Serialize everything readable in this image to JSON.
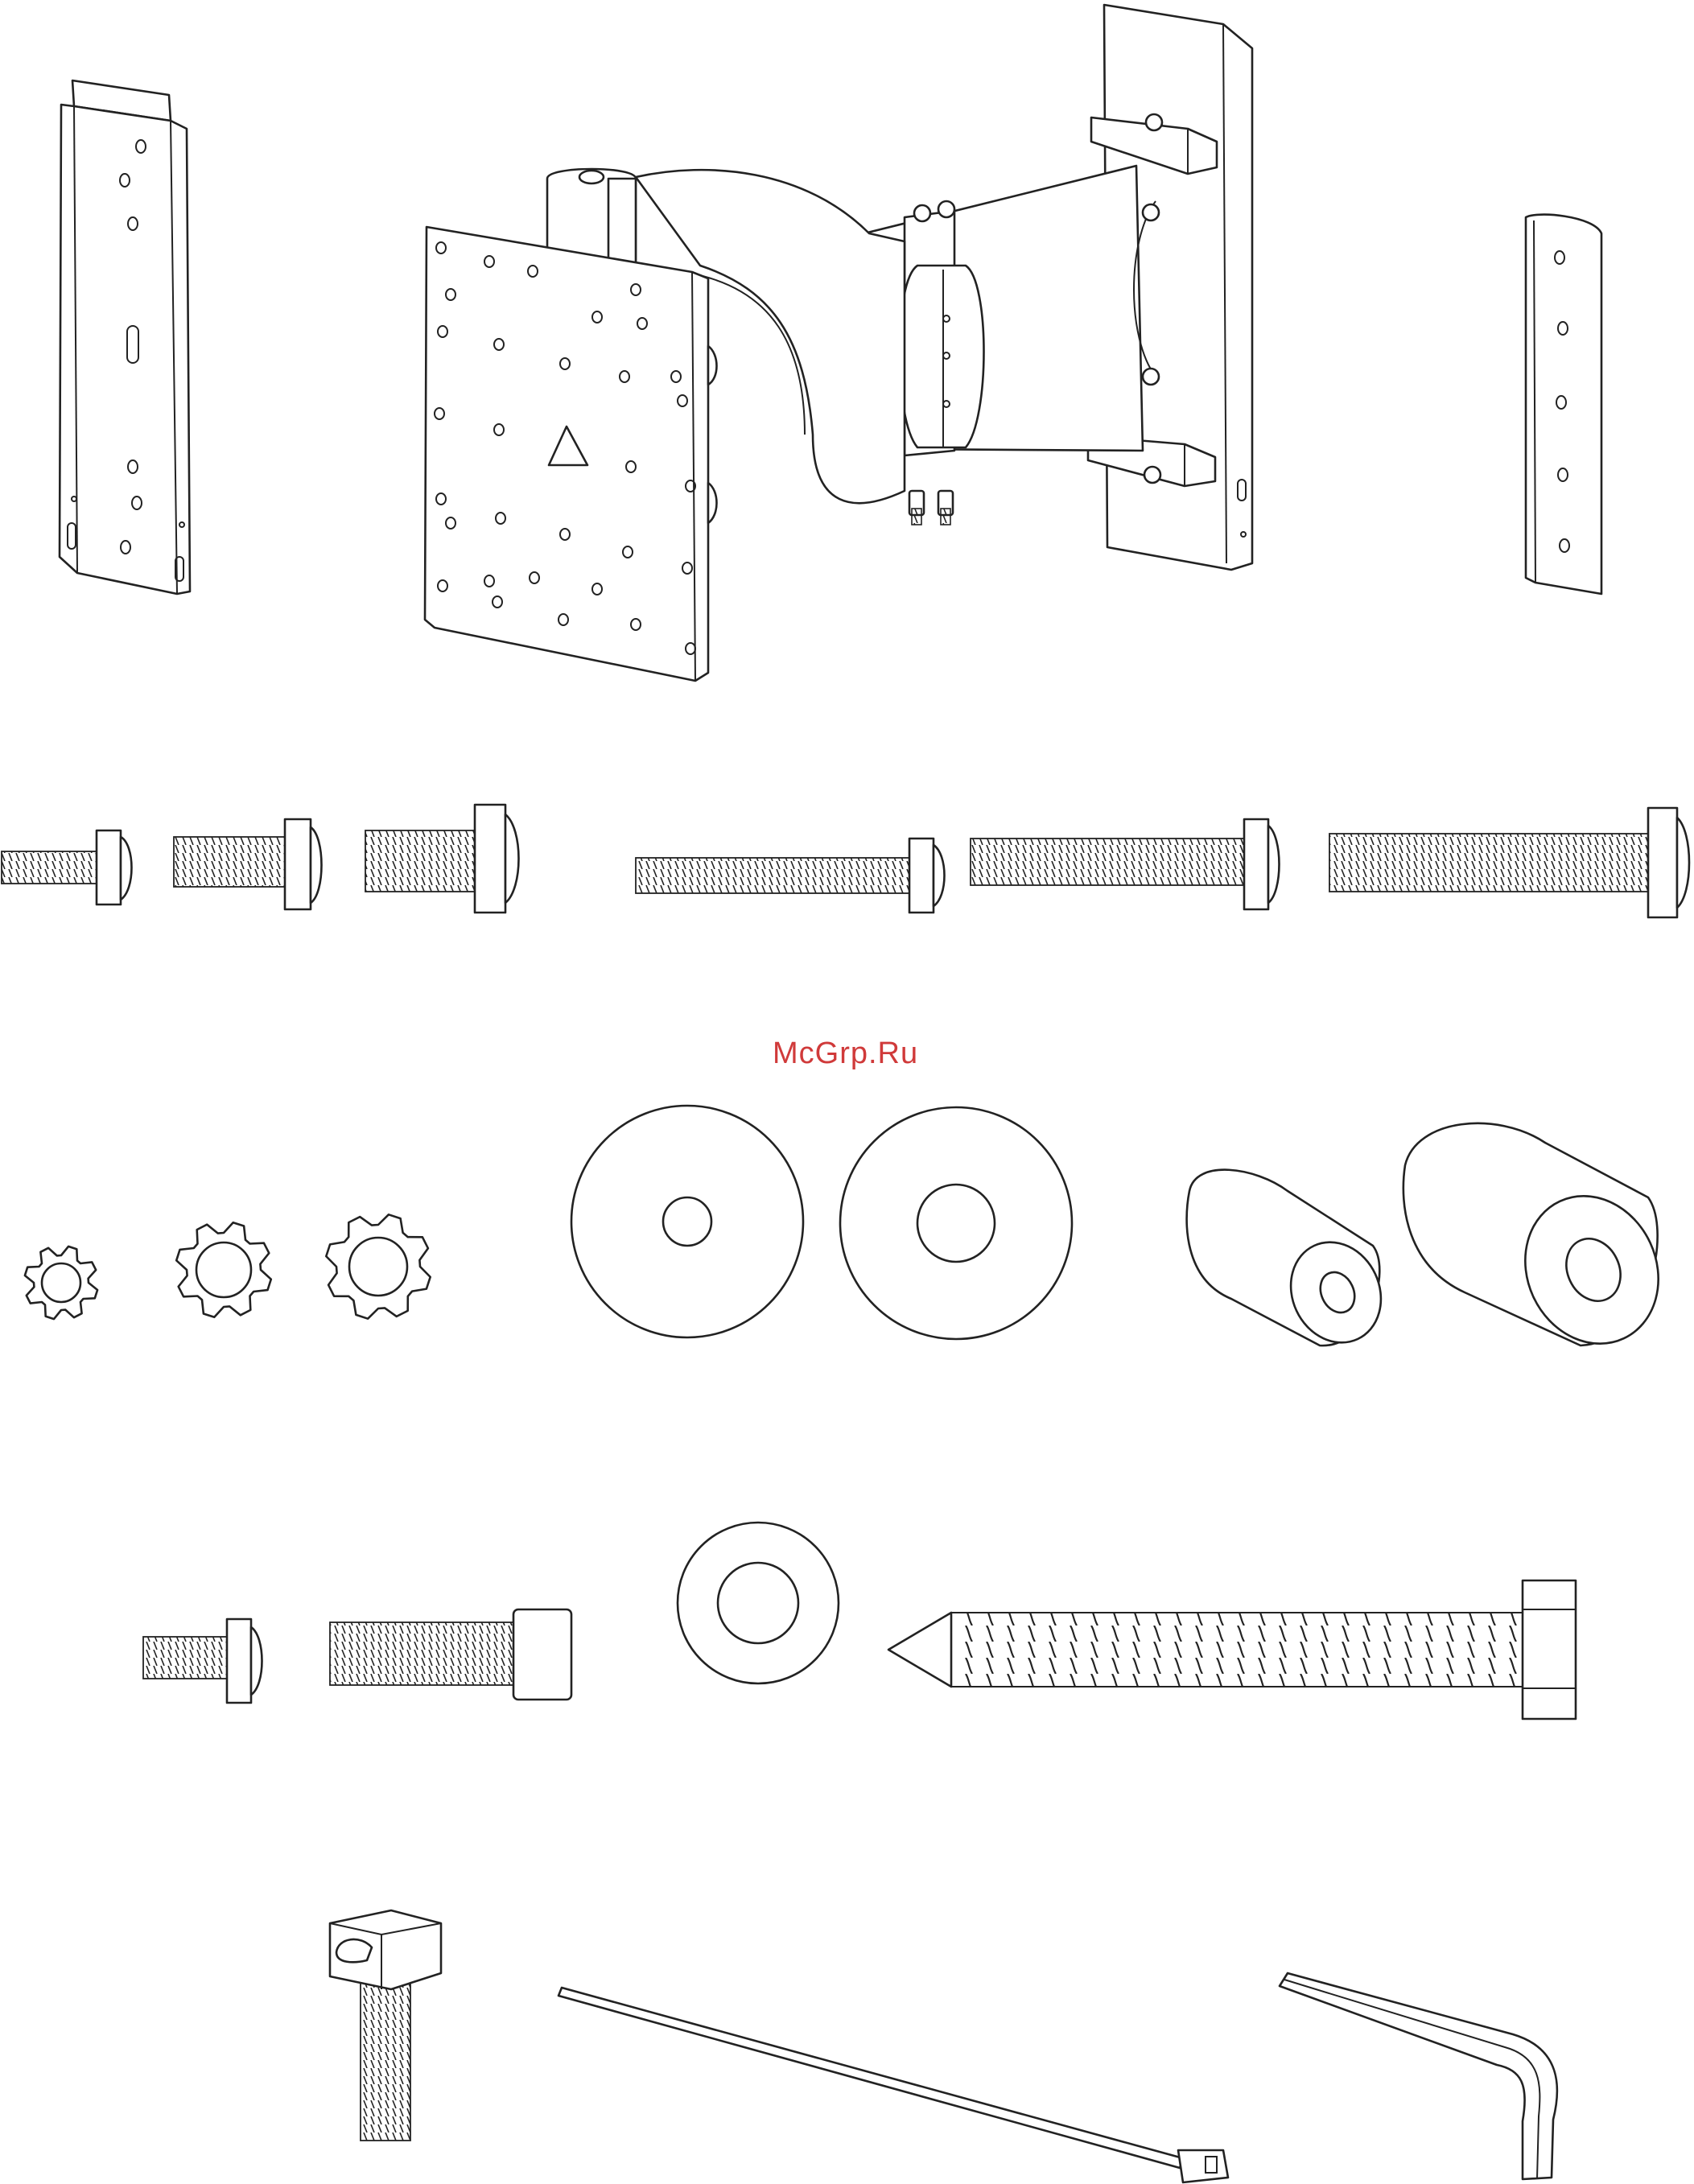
{
  "watermark": {
    "text": "McGrp.Ru",
    "color": "#d03a3a"
  },
  "drawing": {
    "line_color": "#222222",
    "background": "#ffffff"
  },
  "parts": [
    {
      "name": "left-vertical-adapter-bracket",
      "icon": "bracket-icon"
    },
    {
      "name": "articulating-arm-mount",
      "icon": "wall-mount-icon"
    },
    {
      "name": "right-vertical-adapter-bracket",
      "icon": "bracket-icon"
    },
    {
      "name": "machine-screws",
      "icon": "screw-icon",
      "count": 6
    },
    {
      "name": "lock-washers",
      "icon": "lock-washer-icon",
      "count": 3
    },
    {
      "name": "flat-washers",
      "icon": "washer-icon",
      "count": 2
    },
    {
      "name": "spacers",
      "icon": "spacer-icon",
      "count": 2
    },
    {
      "name": "short-screw",
      "icon": "screw-icon"
    },
    {
      "name": "socket-head-bolt",
      "icon": "bolt-icon"
    },
    {
      "name": "lag-washer",
      "icon": "washer-icon"
    },
    {
      "name": "lag-bolt",
      "icon": "lag-bolt-icon"
    },
    {
      "name": "square-nut-bolt",
      "icon": "bolt-icon"
    },
    {
      "name": "cable-tie",
      "icon": "cable-tie-icon"
    },
    {
      "name": "hex-key",
      "icon": "hex-key-icon"
    }
  ]
}
